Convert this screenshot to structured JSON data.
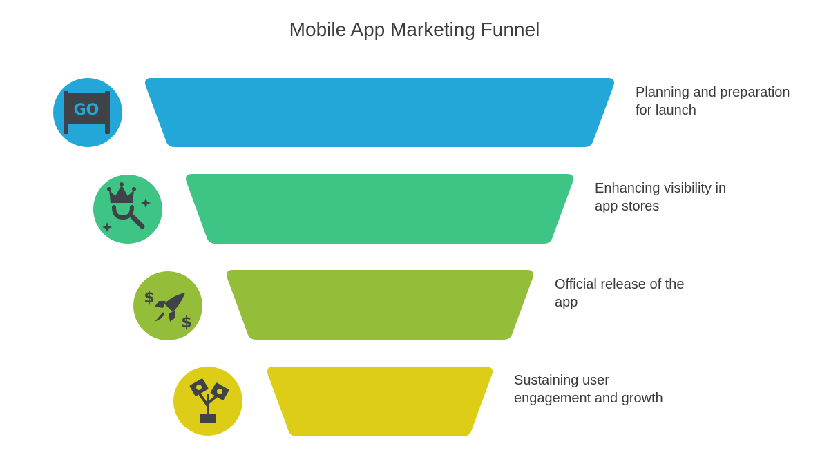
{
  "title": "Mobile App Marketing Funnel",
  "stages": [
    {
      "label": "Planning and preparation for launch",
      "color": "#22a7d8",
      "icon": "go-sign-icon"
    },
    {
      "label": "Enhancing visibility in app stores",
      "color": "#3ec585",
      "icon": "crown-search-icon"
    },
    {
      "label": "Official release of the app",
      "color": "#94bd3a",
      "icon": "rocket-money-icon"
    },
    {
      "label": "Sustaining user engagement and growth",
      "color": "#ddcd17",
      "icon": "money-plant-icon"
    }
  ],
  "icon_color": "#3f4347"
}
